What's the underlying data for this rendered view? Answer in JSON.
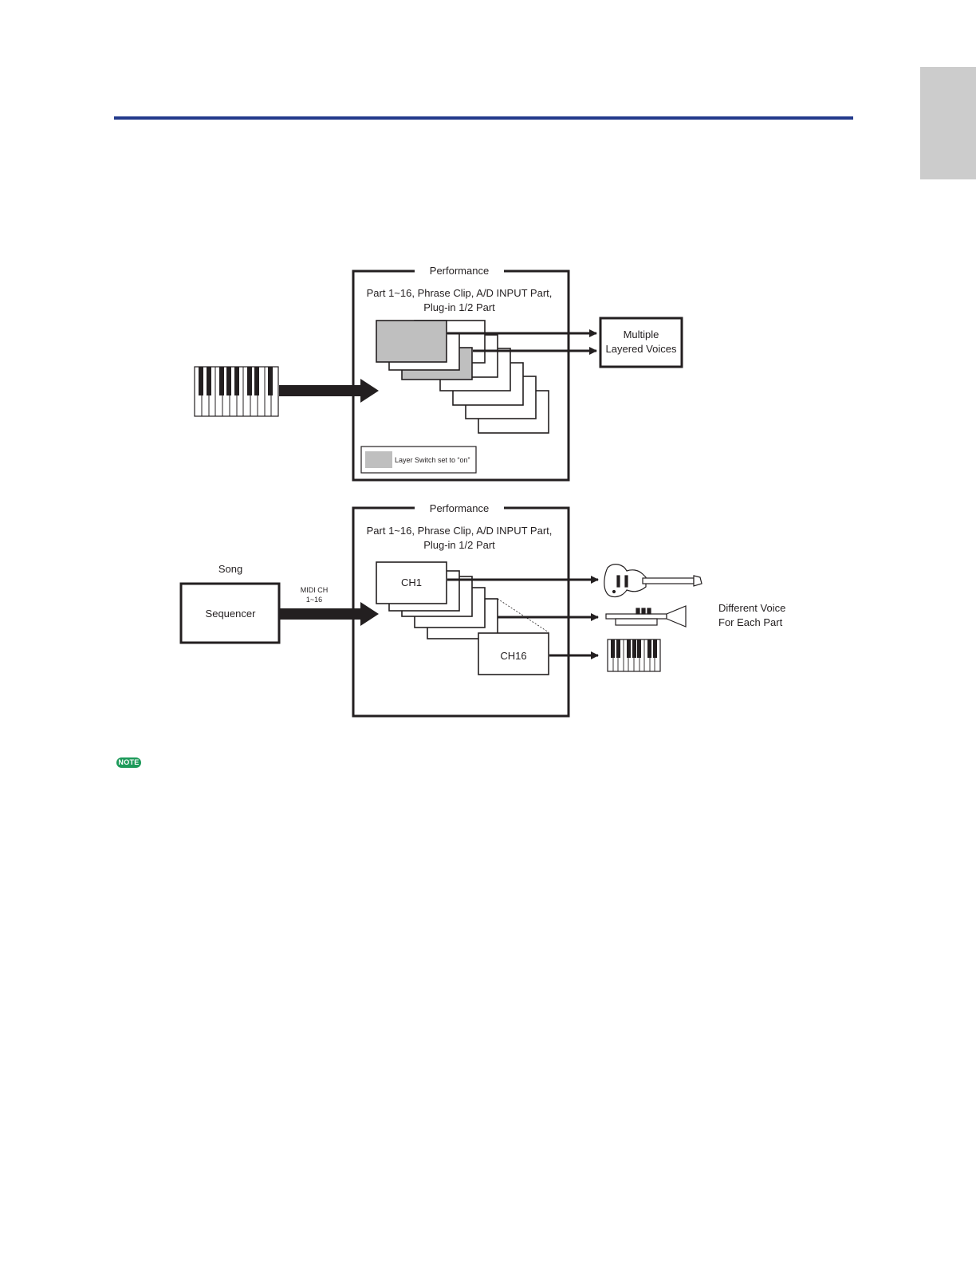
{
  "colors": {
    "accent_rule": "#233a8c",
    "side_tab": "#cccccc",
    "layer_fill": "#bfbfbf",
    "note_badge": "#1d9a5a",
    "ink": "#231f20"
  },
  "diagram_top": {
    "frame_title": "Performance",
    "parts_line1": "Part 1~16, Phrase Clip, A/D INPUT Part,",
    "parts_line2": "Plug-in 1/2 Part",
    "output_line1": "Multiple",
    "output_line2": "Layered Voices",
    "legend_label": "Layer Switch set to “on”",
    "input_icon": "keyboard-icon"
  },
  "diagram_bottom": {
    "frame_title": "Performance",
    "parts_line1": "Part 1~16, Phrase Clip, A/D INPUT Part,",
    "parts_line2": "Plug-in 1/2 Part",
    "song_label": "Song",
    "sequencer_label": "Sequencer",
    "midi_line1": "MIDI CH",
    "midi_line2": "1~16",
    "first_channel": "CH1",
    "last_channel": "CH16",
    "output_line1": "Different Voice",
    "output_line2": "For Each Part",
    "output_icons": [
      "guitar-icon",
      "trumpet-icon",
      "keyboard-icon"
    ]
  },
  "note": {
    "label": "NOTE"
  }
}
